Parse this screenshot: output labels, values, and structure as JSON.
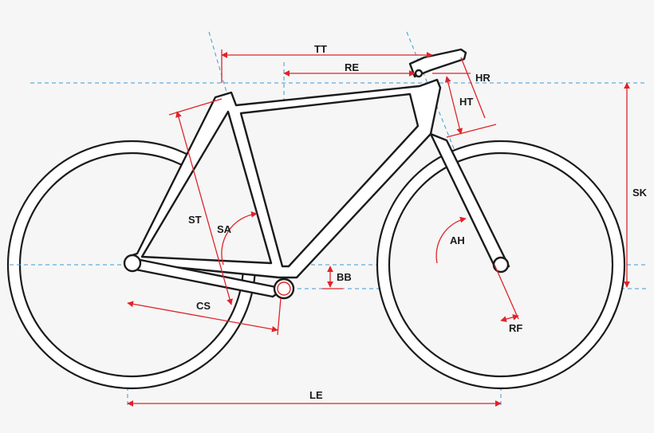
{
  "diagram": {
    "labels": {
      "tt": "TT",
      "re": "RE",
      "hr": "HR",
      "ht": "HT",
      "sk": "SK",
      "st": "ST",
      "sa": "SA",
      "ah": "AH",
      "bb": "BB",
      "cs": "CS",
      "rf": "RF",
      "le": "LE"
    },
    "colors": {
      "background": "#f6f6f6",
      "frame_stroke": "#1b1b1b",
      "dimension_lines": "#e0232a",
      "guide_lines": "#3a9bd5"
    }
  }
}
